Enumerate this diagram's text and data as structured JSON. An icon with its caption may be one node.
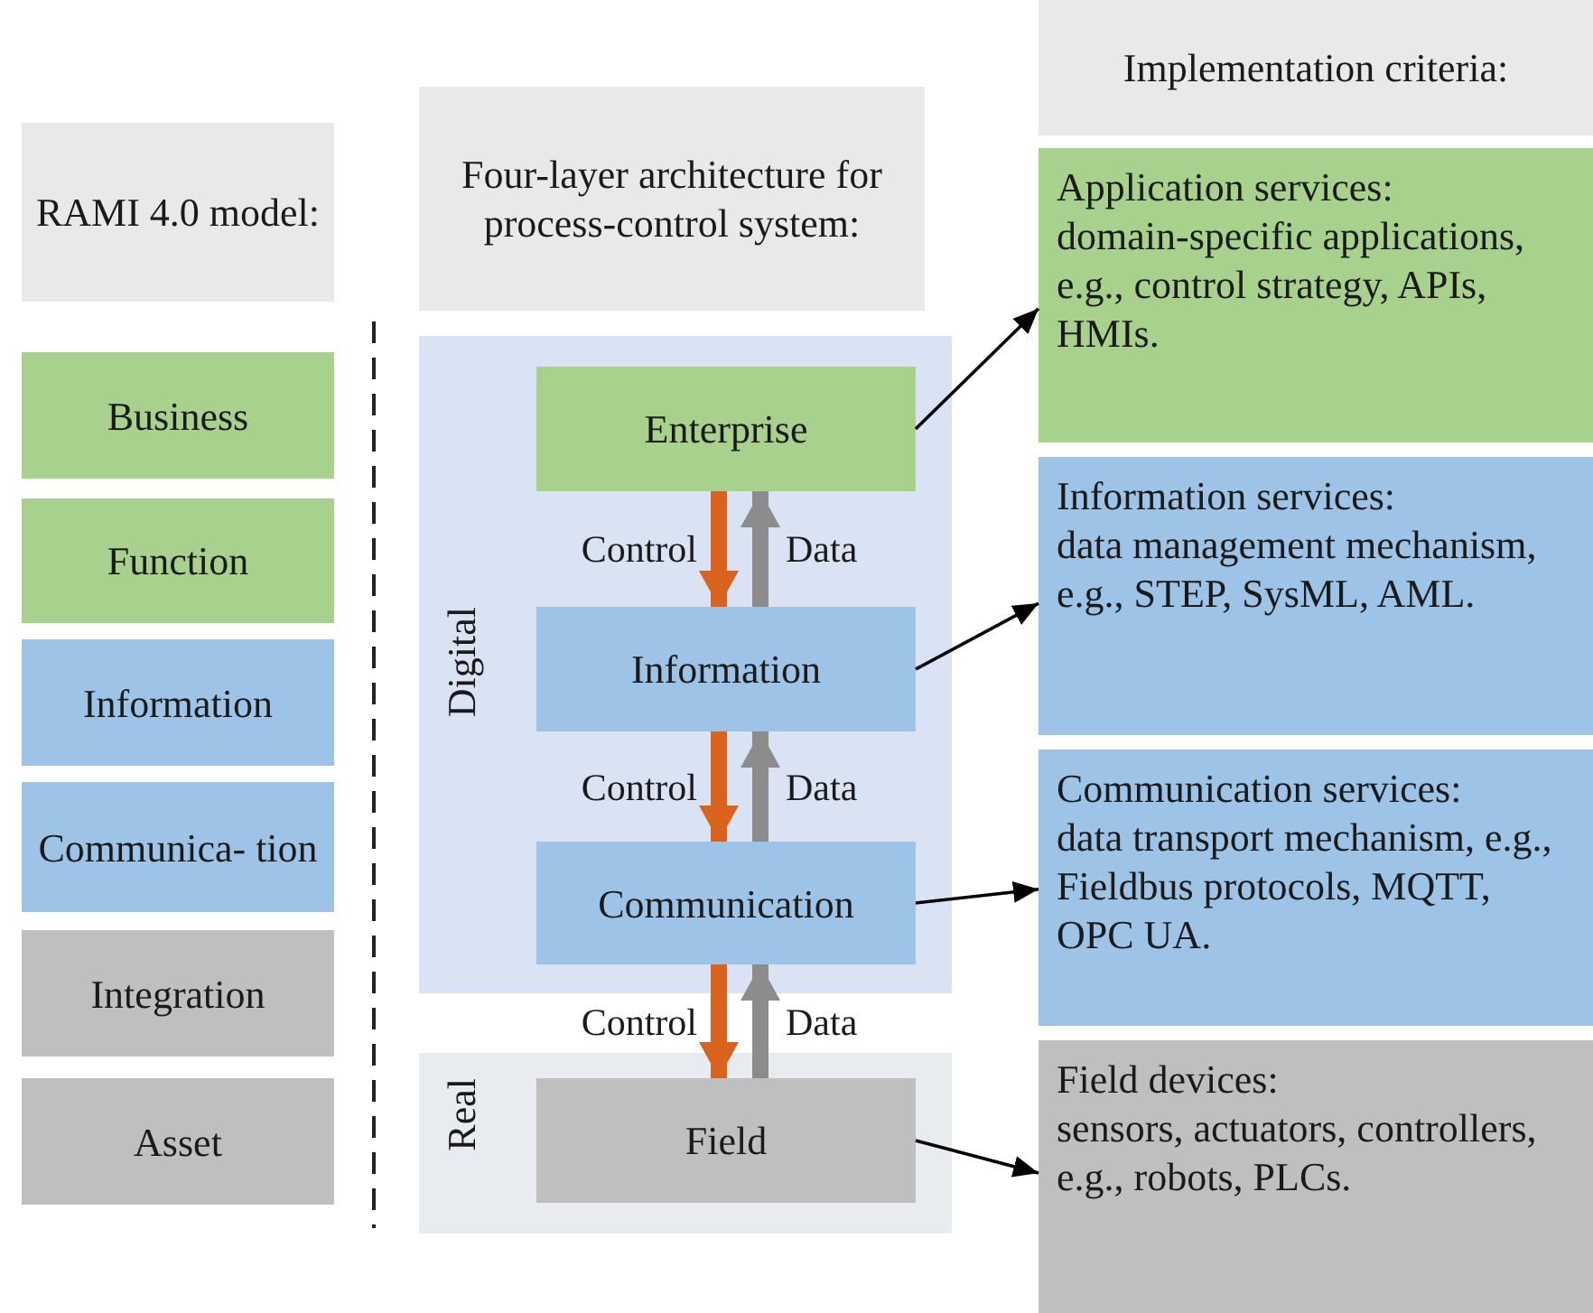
{
  "diagram": {
    "nodes": [
      {
        "text": [
          "RAMI 4.0 model:"
        ]
      },
      {
        "text": [
          "Business"
        ]
      },
      {
        "text": [
          "Function"
        ]
      },
      {
        "text": [
          "Information"
        ]
      },
      {
        "text": [
          "Communica- tion"
        ]
      },
      {
        "text": [
          "Integration"
        ]
      },
      {
        "text": [
          "Asset"
        ]
      },
      {
        "text": [
          "Four-layer architecture for process-control system:"
        ]
      },
      {
        "text": [
          "Digital"
        ]
      },
      {
        "text": [
          "Enterprise"
        ],
        "in": 8
      },
      {
        "text": [
          "Information"
        ],
        "in": 8
      },
      {
        "text": [
          "Communication"
        ],
        "in": 8
      },
      {
        "text": [
          "Real"
        ]
      },
      {
        "text": [
          "Field"
        ],
        "in": 12
      },
      {
        "text": [
          "Implementation criteria:"
        ]
      },
      {
        "text": [
          "Application services:",
          "domain-specific applications, e.g., control strategy, APIs, HMIs."
        ]
      },
      {
        "text": [
          "Information services:",
          "data management mechanism, e.g., STEP, SysML, AML."
        ]
      },
      {
        "text": [
          "Communication services:",
          "data transport mechanism, e.g., Fieldbus protocols, MQTT, OPC UA."
        ]
      },
      {
        "text": [
          "Field devices:",
          "sensors, actuators, controllers, e.g., robots, PLCs."
        ]
      }
    ],
    "edges": [
      {
        "from": 9,
        "to": 10,
        "arrow": "to",
        "label": "Control",
        "color": "#d9621c"
      },
      {
        "from": 10,
        "to": 9,
        "arrow": "to",
        "label": "Data",
        "color": "#8c8c8c"
      },
      {
        "from": 10,
        "to": 11,
        "arrow": "to",
        "label": "Control",
        "color": "#d9621c"
      },
      {
        "from": 11,
        "to": 10,
        "arrow": "to",
        "label": "Data",
        "color": "#8c8c8c"
      },
      {
        "from": 11,
        "to": 13,
        "arrow": "to",
        "label": "Control",
        "color": "#d9621c"
      },
      {
        "from": 13,
        "to": 11,
        "arrow": "to",
        "label": "Data",
        "color": "#8c8c8c"
      },
      {
        "from": 9,
        "to": 15,
        "arrow": "to"
      },
      {
        "from": 10,
        "to": 16,
        "arrow": "to"
      },
      {
        "from": 11,
        "to": 17,
        "arrow": "to"
      },
      {
        "from": 13,
        "to": 18,
        "arrow": "to"
      }
    ]
  }
}
